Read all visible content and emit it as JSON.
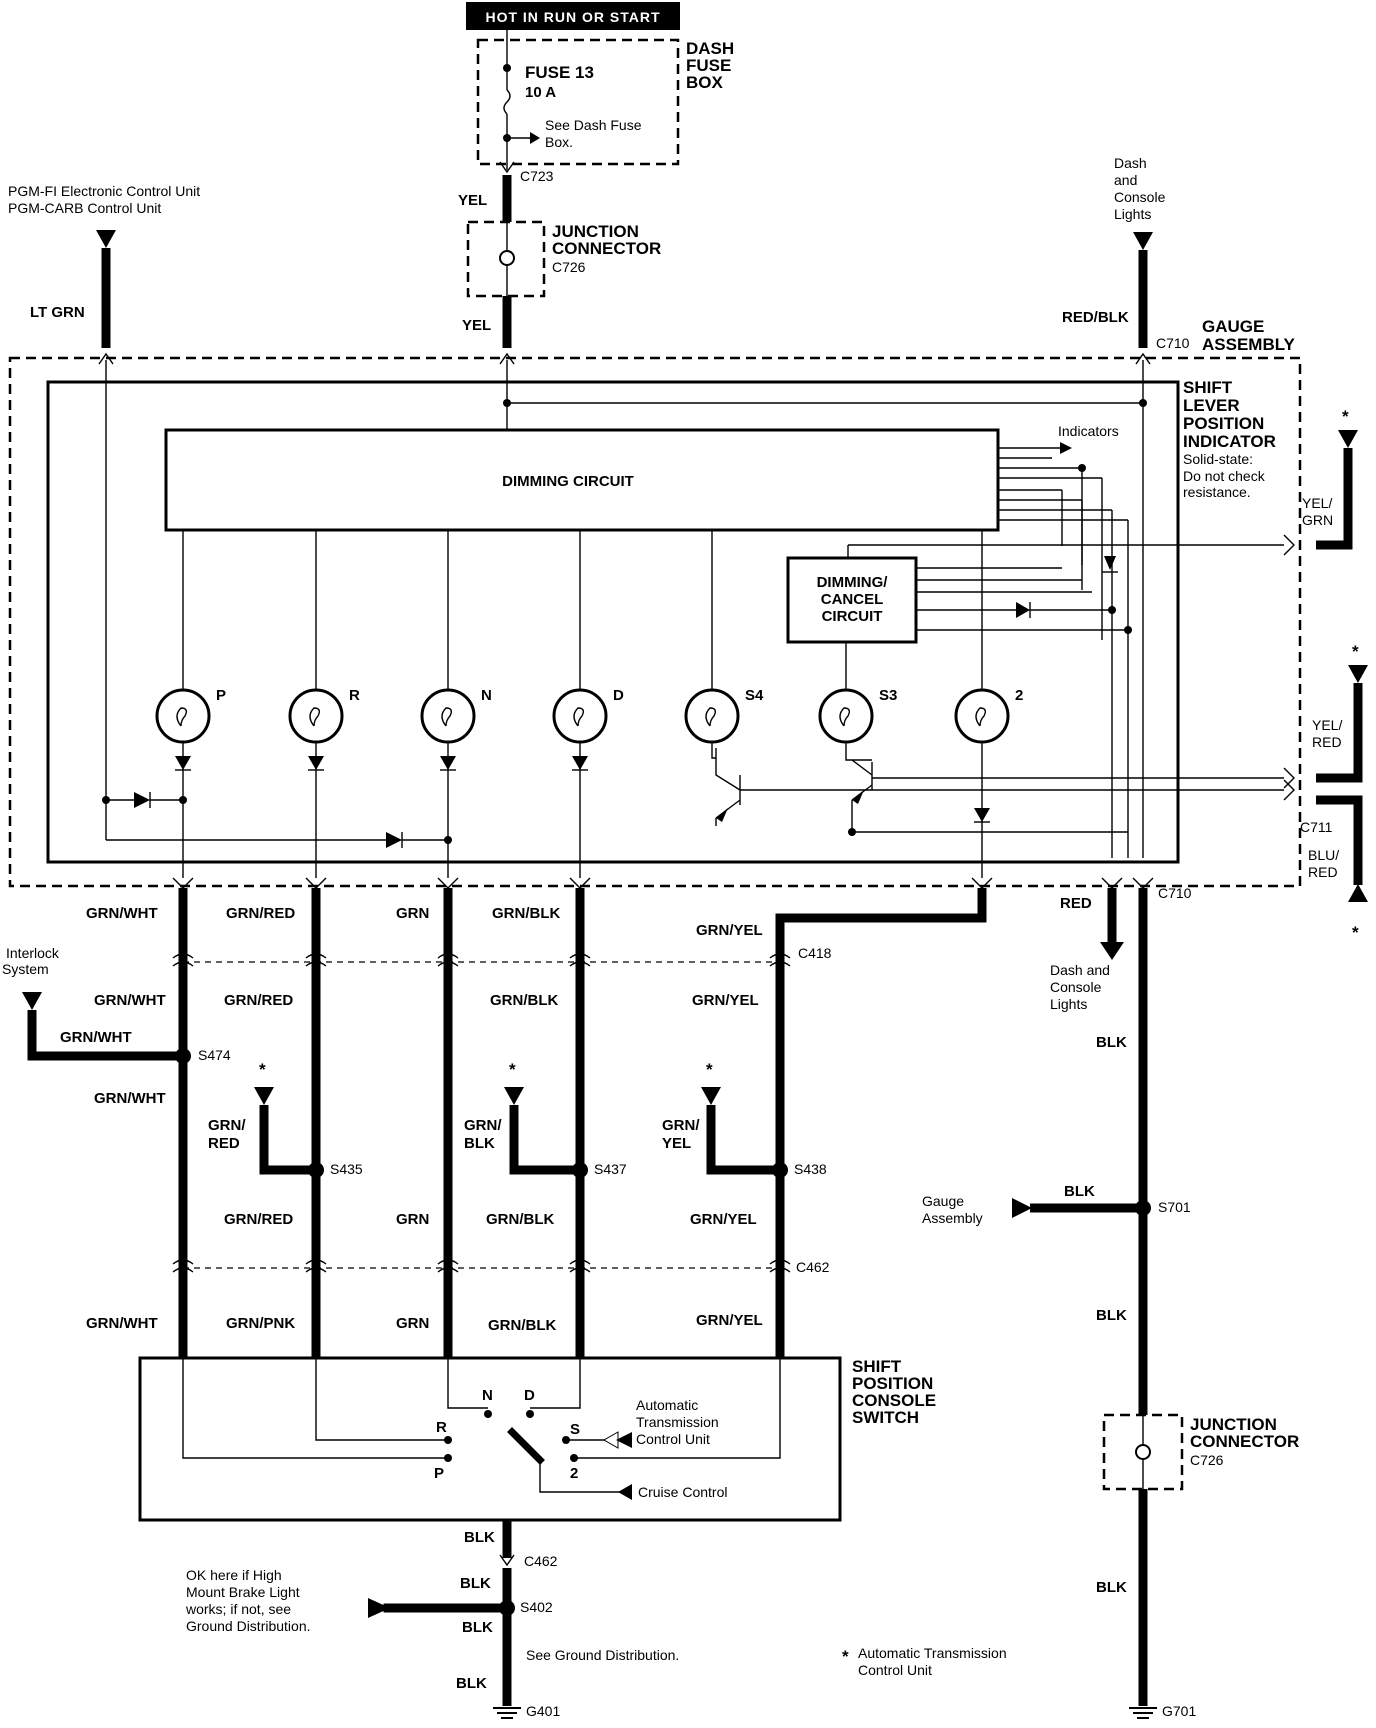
{
  "header": "HOT IN RUN OR START",
  "fuse": {
    "name": "FUSE 13",
    "rating": "10 A",
    "note1": "See Dash Fuse",
    "note2": "Box."
  },
  "dash_fuse_box": [
    "DASH",
    "FUSE",
    "BOX"
  ],
  "connectors": {
    "c723": "C723",
    "c726": "C726",
    "c710": "C710",
    "c711": "C711",
    "c418": "C418",
    "c462": "C462",
    "s474": "S474",
    "s435": "S435",
    "s437": "S437",
    "s438": "S438",
    "s701": "S701",
    "s402": "S402",
    "g401": "G401",
    "g701": "G701"
  },
  "labels": {
    "pgm_fi": "PGM-FI Electronic Control Unit",
    "pgm_carb": "PGM-CARB Control Unit",
    "junction1": "JUNCTION",
    "junction2": "CONNECTOR",
    "dash_lights": [
      "Dash",
      "and",
      "Console",
      "Lights"
    ],
    "gauge_assembly": [
      "GAUGE",
      "ASSEMBLY"
    ],
    "shift_indicator": [
      "SHIFT",
      "LEVER",
      "POSITION",
      "INDICATOR"
    ],
    "solid_state": [
      "Solid-state:",
      "Do not check",
      "resistance."
    ],
    "indicators": "Indicators",
    "dimming_circuit": "DIMMING CIRCUIT",
    "dimming_cancel": [
      "DIMMING/",
      "CANCEL",
      "CIRCUIT"
    ],
    "interlock": [
      "Interlock",
      "System"
    ],
    "dash_console_lights2": [
      "Dash and",
      "Console",
      "Lights"
    ],
    "gauge_assembly2": [
      "Gauge",
      "Assembly"
    ],
    "shift_switch": [
      "SHIFT",
      "POSITION",
      "CONSOLE",
      "SWITCH"
    ],
    "atcu": [
      "Automatic",
      "Transmission",
      "Control Unit"
    ],
    "cruise": "Cruise Control",
    "ok_here": [
      "OK here if High",
      "Mount Brake Light",
      "works; if not, see",
      "Ground Distribution."
    ],
    "see_ground": "See Ground Distribution.",
    "footnote": [
      "Automatic Transmission",
      "Control Unit"
    ],
    "star": "*"
  },
  "bulbs": [
    "P",
    "R",
    "N",
    "D",
    "S4",
    "S3",
    "2"
  ],
  "switch_positions": {
    "n": "N",
    "d": "D",
    "r": "R",
    "s": "S",
    "p": "P",
    "two": "2"
  },
  "wires": {
    "yel": "YEL",
    "lt_grn": "LT GRN",
    "red_blk": "RED/BLK",
    "yel_grn": [
      "YEL/",
      "GRN"
    ],
    "yel_red": [
      "YEL/",
      "RED"
    ],
    "blu_red": [
      "BLU/",
      "RED"
    ],
    "grn_wht": "GRN/WHT",
    "grn_red": "GRN/RED",
    "grn": "GRN",
    "grn_blk": "GRN/BLK",
    "grn_yel": "GRN/YEL",
    "red": "RED",
    "blk": "BLK",
    "grn_pnk": "GRN/PNK",
    "grn_red_split": [
      "GRN/",
      "RED"
    ],
    "grn_blk_split": [
      "GRN/",
      "BLK"
    ],
    "grn_yel_split": [
      "GRN/",
      "YEL"
    ]
  }
}
